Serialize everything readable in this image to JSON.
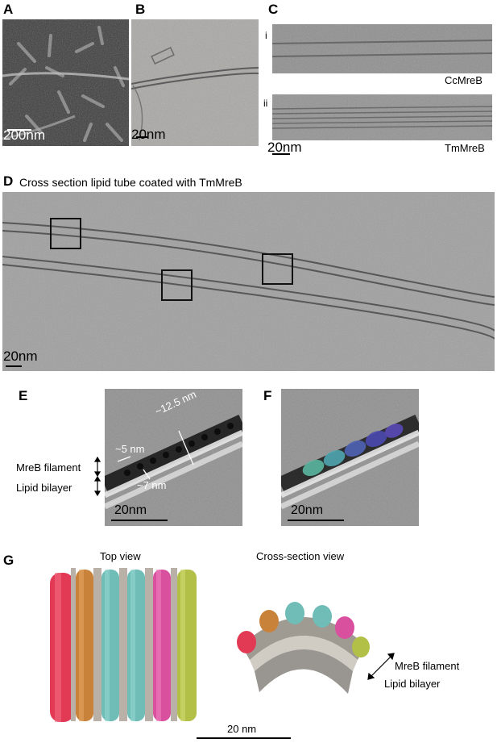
{
  "panels": {
    "A": {
      "label": "A",
      "scale": "200nm"
    },
    "B": {
      "label": "B",
      "scale": "20nm"
    },
    "C": {
      "label": "C",
      "sub_i": "i",
      "sub_ii": "ii",
      "name_i": "CcMreB",
      "name_ii": "TmMreB",
      "scale": "20nm"
    },
    "D": {
      "label": "D",
      "title": "Cross section lipid tube coated with TmMreB",
      "scale": "20nm"
    },
    "E": {
      "label": "E",
      "d1": "~5 nm",
      "d2": "~12.5 nm",
      "d3": "~7 nm",
      "mreb": "MreB filament",
      "lipid": "Lipid bilayer",
      "scale": "20nm"
    },
    "F": {
      "label": "F",
      "scale": "20nm"
    },
    "G": {
      "label": "G",
      "top_view": "Top view",
      "cross_view": "Cross-section view",
      "mreb": "MreB filament",
      "lipid": "Lipid bilayer",
      "scale": "20 nm"
    }
  },
  "colors": {
    "red": "#e23a55",
    "orange": "#c9823a",
    "teal": "#6fbdb6",
    "pink": "#d9509f",
    "olive": "#b3c047",
    "gray": "#b9b1a8"
  }
}
